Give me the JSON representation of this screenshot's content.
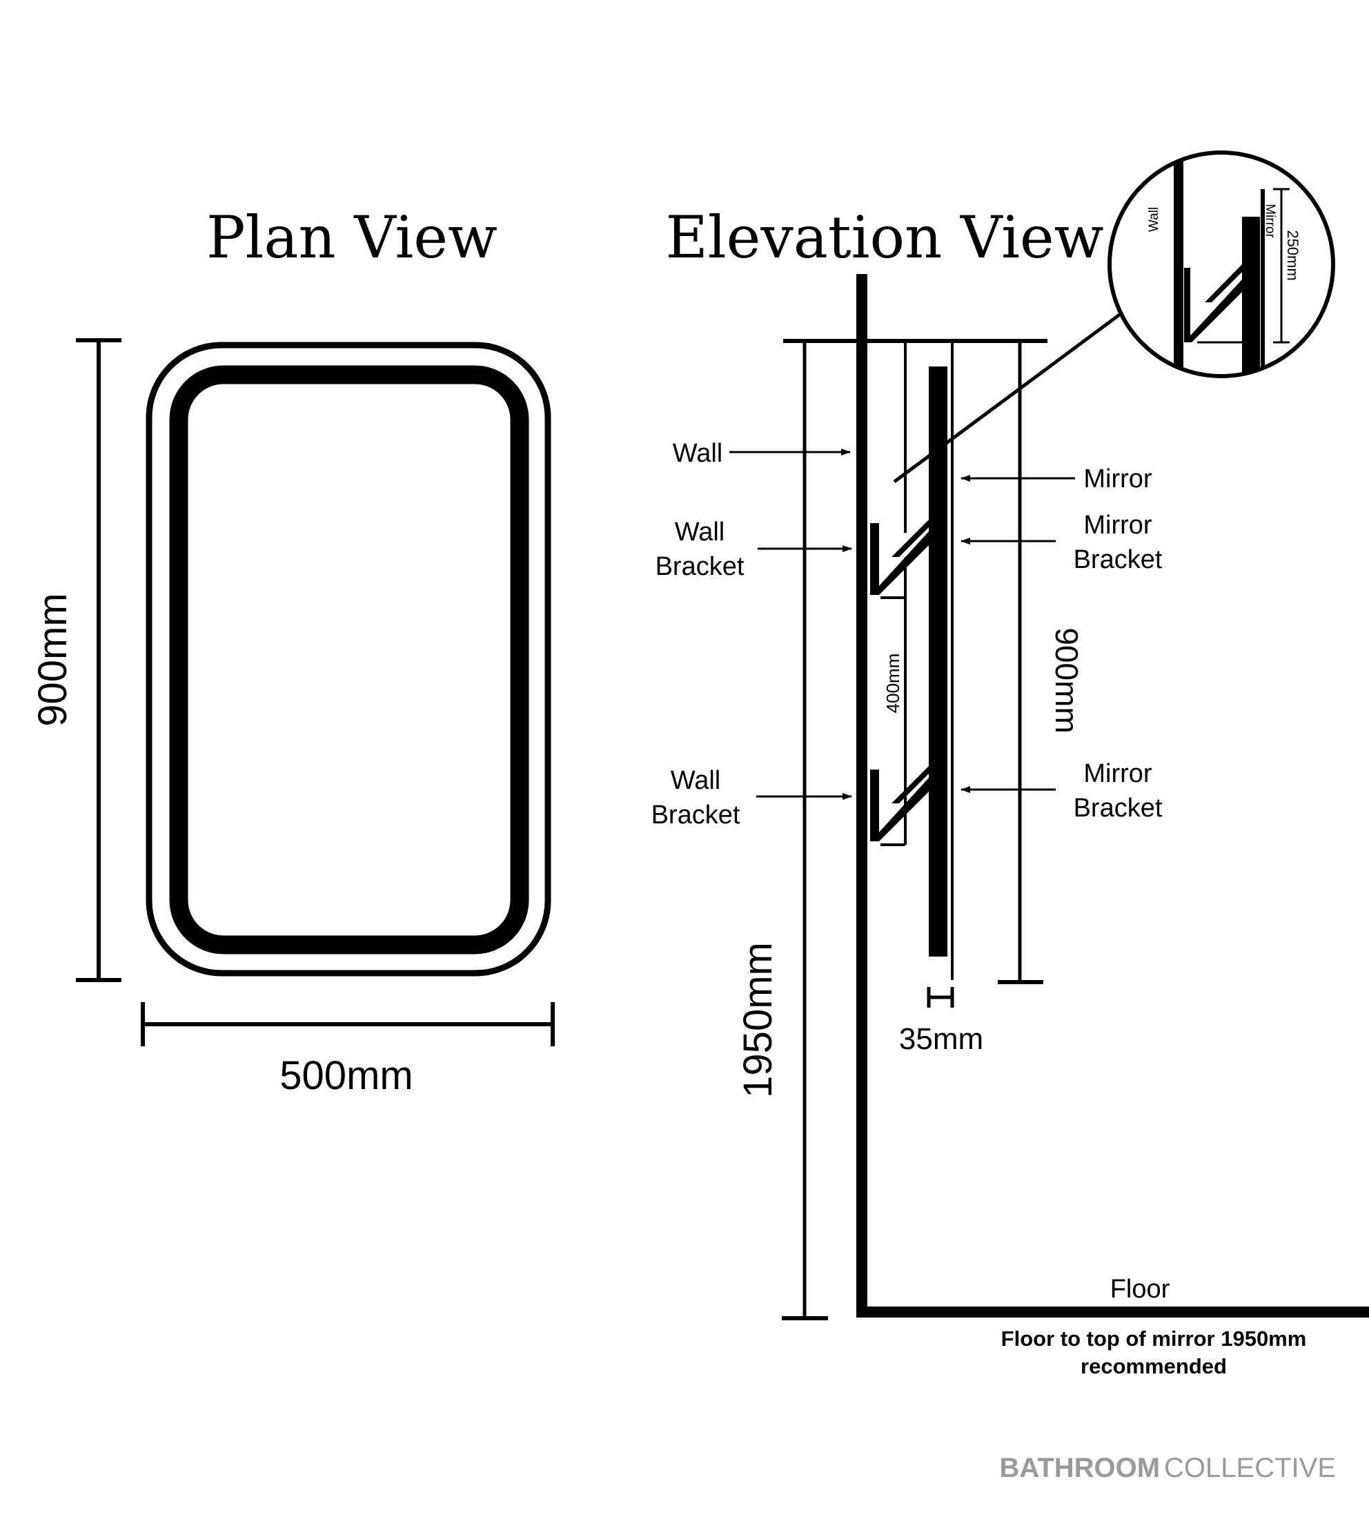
{
  "plan": {
    "title": "Plan View",
    "height_dim": "900mm",
    "width_dim": "500mm"
  },
  "elevation": {
    "title": "Elevation View",
    "labels": {
      "wall": "Wall",
      "wall_bracket_top": [
        "Wall",
        "Bracket"
      ],
      "wall_bracket_bottom": [
        "Wall",
        "Bracket"
      ],
      "mirror": "Mirror",
      "mirror_bracket_top": [
        "Mirror",
        "Bracket"
      ],
      "mirror_bracket_bottom": [
        "Mirror",
        "Bracket"
      ],
      "floor": "Floor"
    },
    "dims": {
      "bracket_spacing": "400mm",
      "mirror_height": "900mm",
      "mirror_depth": "35mm",
      "floor_to_top": "1950mm"
    },
    "note": [
      "Floor to top of mirror 1950mm",
      "recommended"
    ]
  },
  "detail": {
    "wall": "Wall",
    "mirror": "Mirror",
    "dim": "250mm"
  },
  "brand": {
    "bold": "BATHROOM",
    "light": "COLLECTIVE",
    "color": "#9a9a9a"
  }
}
